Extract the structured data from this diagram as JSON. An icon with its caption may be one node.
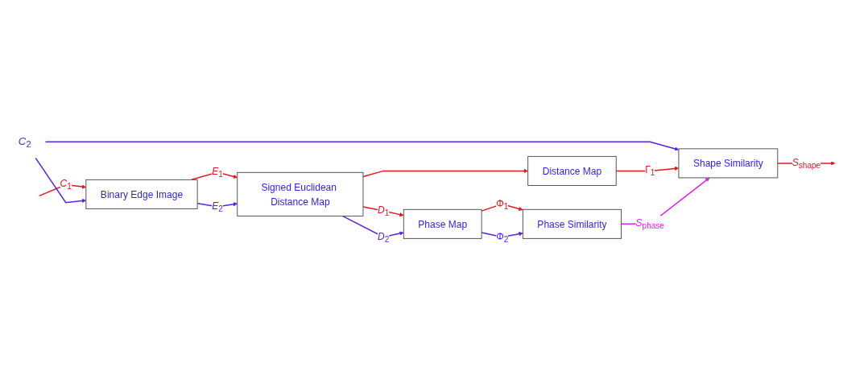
{
  "diagram": {
    "nodes": [
      {
        "text": [
          "Shape Similarity"
        ]
      },
      {
        "text": [
          "Distance Map"
        ]
      },
      {
        "text": [
          "*C*$_{2}$"
        ]
      },
      {
        "text": [
          "Binary Edge Image"
        ]
      },
      {
        "text": [
          "Signed Euclidean Distance Map"
        ]
      },
      {
        "text": [
          "Phase Map"
        ]
      },
      {
        "text": [
          "Phase Similarity"
        ]
      }
    ],
    "edges": [
      {
        "from": null,
        "to": 3,
        "arrow": "to",
        "label": "*C*$_{1}$"
      },
      {
        "from": 2,
        "to": 3,
        "arrow": "to",
        "color": "#5a1ee6"
      },
      {
        "from": 2,
        "to": 0,
        "arrow": "to",
        "color": "#5a1ee6"
      },
      {
        "from": 3,
        "to": 4,
        "arrow": "to",
        "label": "*E*$_{1}$"
      },
      {
        "from": 3,
        "to": 4,
        "arrow": "to",
        "label": "*E*$_{2}$",
        "color": "#5a1ee6"
      },
      {
        "from": 4,
        "to": 5,
        "arrow": "to",
        "label": "*D*$_{1}$"
      },
      {
        "from": 4,
        "to": 1,
        "arrow": "to"
      },
      {
        "from": 4,
        "to": 5,
        "arrow": "to",
        "label": "*D*$_{2}$",
        "color": "#5a1ee6"
      },
      {
        "from": 1,
        "to": 0,
        "arrow": "to",
        "label": "Γ$_{1}$"
      },
      {
        "from": 5,
        "to": 6,
        "arrow": "to",
        "label": "Φ$_{1}$"
      },
      {
        "from": 5,
        "to": 6,
        "arrow": "to",
        "label": "Φ$_{2}$",
        "color": "#5a1ee6"
      },
      {
        "from": 6,
        "to": 0,
        "arrow": "to",
        "label": "*S*$_{phase}$",
        "color": "#e020e8"
      },
      {
        "from": 0,
        "to": null,
        "arrow": "to",
        "label": "*S*$_{shape}$"
      }
    ]
  }
}
